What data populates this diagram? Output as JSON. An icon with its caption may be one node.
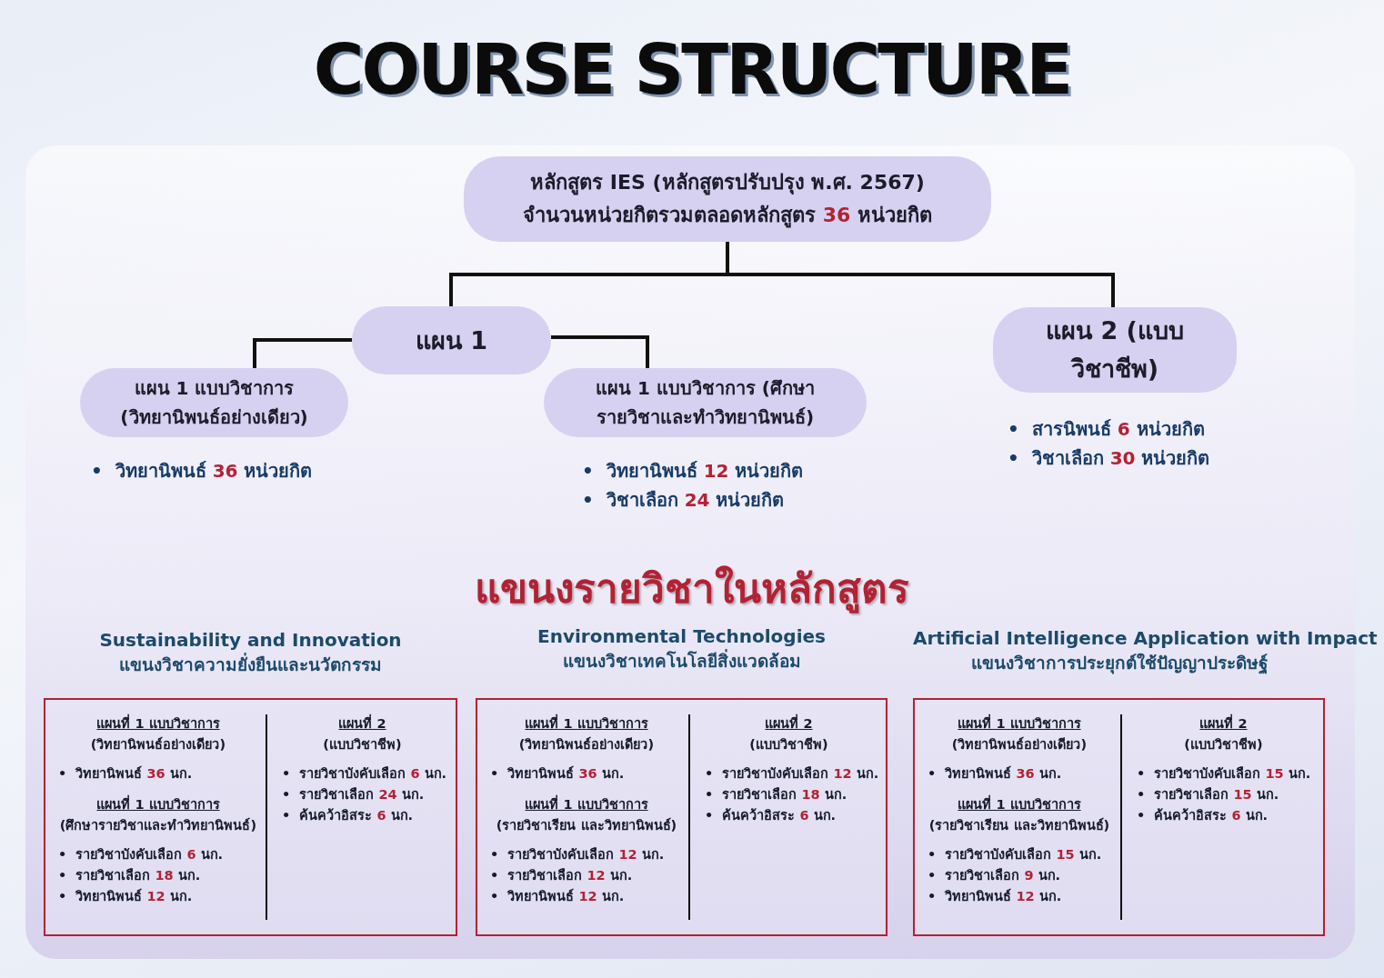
{
  "diagram": {
    "title": "COURSE STRUCTURE",
    "nodes": [
      {
        "text": [
          "หลักสูตร IES (หลักสูตรปรับปรุง พ.ศ. 2567)",
          "จำนวนหน่วยกิตรวมตลอดหลักสูตร **36** หน่วยกิต"
        ]
      },
      {
        "text": [
          "แผน 1"
        ]
      },
      {
        "text": [
          "แผน 2 (แบบวิชาชีพ)"
        ],
        "beside": [
          "•  สารนิพนธ์ **6** หน่วยกิต",
          "•  วิชาเลือก **30** หน่วยกิต"
        ]
      },
      {
        "text": [
          "แผน 1 แบบวิชาการ (วิทยานิพนธ์อย่างเดียว)"
        ],
        "beside": [
          "•  วิทยานิพนธ์ **36** หน่วยกิต"
        ]
      },
      {
        "text": [
          "แผน 1 แบบวิชาการ (ศึกษารายวิชาและทำวิทยานิพนธ์)"
        ],
        "beside": [
          "•  วิทยานิพนธ์ **12** หน่วยกิต",
          "•  วิชาเลือก **24** หน่วยกิต"
        ]
      },
      {
        "text": [
          "Sustainability and Innovation",
          "แขนงวิชาความยั่งยืนและนวัตกรรม",
          "แผนที่ 1 แบบวิชาการ",
          "(วิทยานิพนธ์อย่างเดียว)",
          "•  วิทยานิพนธ์ **36** นก.",
          "แผนที่ 1 แบบวิชาการ",
          "(ศึกษารายวิชาและทำวิทยานิพนธ์)",
          "•  รายวิชาบังคับเลือก **6** นก.",
          "•  รายวิชาเลือก **18** นก.",
          "•  วิทยานิพนธ์ **12** นก.",
          "แผนที่ 2",
          "(แบบวิชาชีพ)",
          "•  รายวิชาบังคับเลือก **6** นก.",
          "•  รายวิชาเลือก **24** นก.",
          "•  ค้นคว้าอิสระ **6** นก."
        ]
      },
      {
        "text": [
          "Environmental Technologies",
          "แขนงวิชาเทคโนโลยีสิ่งแวดล้อม",
          "แผนที่ 1 แบบวิชาการ",
          "(วิทยานิพนธ์อย่างเดียว)",
          "•  วิทยานิพนธ์ **36** นก.",
          "แผนที่ 1 แบบวิชาการ",
          "(รายวิชาเรียน และวิทยานิพนธ์)",
          "•  รายวิชาบังคับเลือก **12** นก.",
          "•  รายวิชาเลือก **12** นก.",
          "•  วิทยานิพนธ์ **12** นก.",
          "แผนที่ 2",
          "(แบบวิชาชีพ)",
          "•  รายวิชาบังคับเลือก **12** นก.",
          "•  รายวิชาเลือก **18** นก.",
          "•  ค้นคว้าอิสระ **6** นก."
        ]
      },
      {
        "text": [
          "Artificial Intelligence Application with Impact",
          "แขนงวิชาการประยุกต์ใช้ปัญญาประดิษฐ์",
          "แผนที่ 1 แบบวิชาการ",
          "(วิทยานิพนธ์อย่างเดียว)",
          "•  วิทยานิพนธ์ **36** นก.",
          "แผนที่ 1 แบบวิชาการ",
          "(รายวิชาเรียน และวิทยานิพนธ์)",
          "•  รายวิชาบังคับเลือก **15** นก.",
          "•  รายวิชาเลือก **9** นก.",
          "•  วิทยานิพนธ์ **12** นก.",
          "แผนที่ 2",
          "(แบบวิชาชีพ)",
          "•  รายวิชาบังคับเลือก **15** นก.",
          "•  รายวิชาเลือก **15** นก.",
          "•  ค้นคว้าอิสระ **6** นก."
        ]
      }
    ],
    "edges": [
      {
        "from": 0,
        "to": 1,
        "arrow": "none"
      },
      {
        "from": 0,
        "to": 2,
        "arrow": "none"
      },
      {
        "from": 1,
        "to": 3,
        "arrow": "none"
      },
      {
        "from": 1,
        "to": 4,
        "arrow": "none"
      }
    ],
    "labels": [
      "แขนงรายวิชาในหลักสูตร"
    ]
  }
}
